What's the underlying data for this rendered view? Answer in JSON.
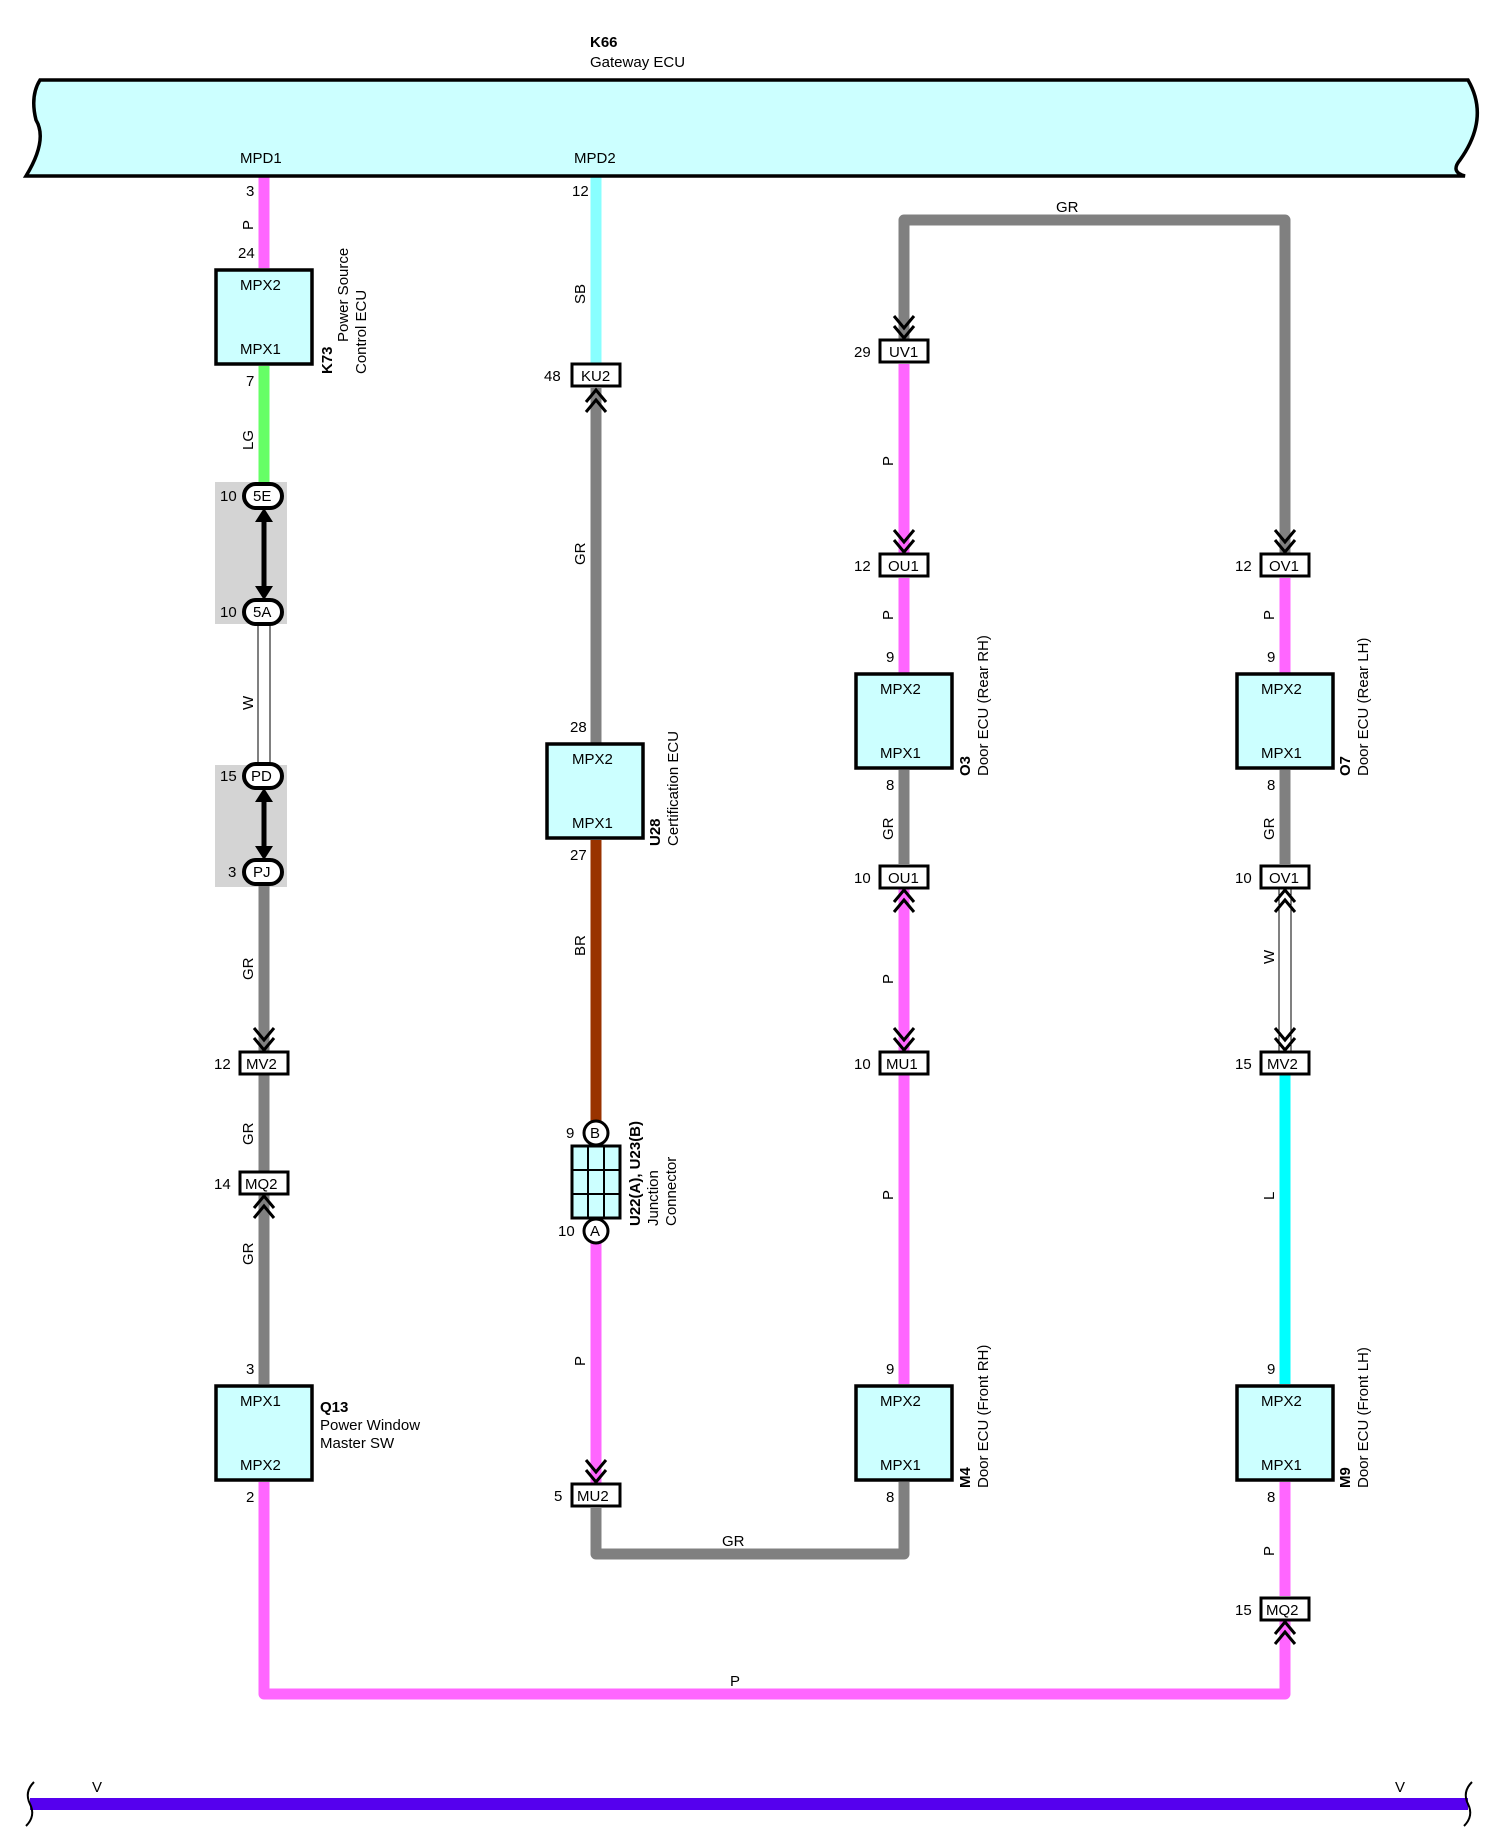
{
  "gateway": {
    "code": "K66",
    "name": "Gateway ECU",
    "pin_left": "MPD1",
    "pin_right": "MPD2"
  },
  "k73": {
    "code": "K73",
    "name_l1": "Power Source",
    "name_l2": "Control ECU",
    "top_port": "MPX2",
    "bottom_port": "MPX1",
    "top_pin": "24",
    "bottom_pin": "7"
  },
  "q13": {
    "code": "Q13",
    "name_l1": "Power Window",
    "name_l2": "Master SW",
    "top_port": "MPX1",
    "bottom_port": "MPX2",
    "top_pin": "3",
    "bottom_pin": "2"
  },
  "u28": {
    "code": "U28",
    "name": "Certification ECU",
    "top_port": "MPX2",
    "bottom_port": "MPX1",
    "top_pin": "28",
    "bottom_pin": "27"
  },
  "o3": {
    "code": "O3",
    "name": "Door ECU (Rear RH)",
    "top_port": "MPX2",
    "bottom_port": "MPX1",
    "top_pin": "9",
    "bottom_pin": "8"
  },
  "o7": {
    "code": "O7",
    "name": "Door ECU (Rear LH)",
    "top_port": "MPX2",
    "bottom_port": "MPX1",
    "top_pin": "9",
    "bottom_pin": "8"
  },
  "m4": {
    "code": "M4",
    "name": "Door ECU (Front RH)",
    "top_port": "MPX2",
    "bottom_port": "MPX1",
    "top_pin": "9",
    "bottom_pin": "8"
  },
  "m9": {
    "code": "M9",
    "name": "Door ECU (Front LH)",
    "top_port": "MPX2",
    "bottom_port": "MPX1",
    "top_pin": "9",
    "bottom_pin": "8"
  },
  "junction": {
    "code": "U22(A), U23(B)",
    "name_l1": "Junction",
    "name_l2": "Connector",
    "pin_b": "B",
    "pin_a": "A",
    "num_b": "9",
    "num_a": "10"
  },
  "connectors": {
    "ku2": {
      "label": "KU2",
      "pin": "48"
    },
    "uv1": {
      "label": "UV1",
      "pin": "29"
    },
    "ou1_top": {
      "label": "OU1",
      "pin": "12"
    },
    "ov1_top": {
      "label": "OV1",
      "pin": "12"
    },
    "ou1_bot": {
      "label": "OU1",
      "pin": "10"
    },
    "ov1_bot": {
      "label": "OV1",
      "pin": "10"
    },
    "mu1": {
      "label": "MU1",
      "pin": "10"
    },
    "mv2_left": {
      "label": "MV2",
      "pin": "12"
    },
    "mv2_right": {
      "label": "MV2",
      "pin": "15"
    },
    "mq2_left": {
      "label": "MQ2",
      "pin": "14"
    },
    "mq2_right": {
      "label": "MQ2",
      "pin": "15"
    },
    "mu2": {
      "label": "MU2",
      "pin": "5"
    },
    "c5e": {
      "label": "5E",
      "pin": "10"
    },
    "c5a": {
      "label": "5A",
      "pin": "10"
    },
    "cpd": {
      "label": "PD",
      "pin": "15"
    },
    "cpj": {
      "label": "PJ",
      "pin": "3"
    }
  },
  "pins": {
    "gw_left": "3",
    "gw_right": "12"
  },
  "wires": {
    "w1": "P",
    "w2": "LG",
    "w3": "W",
    "w4": "GR",
    "w5": "GR",
    "w6": "GR",
    "w7": "SB",
    "w8": "GR",
    "w9": "BR",
    "w10": "P",
    "w11": "GR",
    "w12": "P",
    "w13": "P",
    "w14": "GR",
    "w15": "P",
    "w16": "P",
    "w17": "P",
    "w18": "GR",
    "w19": "W",
    "w20": "L",
    "w21": "P",
    "w22": "GR",
    "w23": "P"
  },
  "bus": {
    "left_label": "V",
    "right_label": "V"
  },
  "colors": {
    "P": "#ff66ff",
    "LG": "#66ff66",
    "GR": "#808080",
    "SB": "#88ffff",
    "BR": "#993300",
    "L": "#00ffff",
    "V": "#5500ee",
    "box": "#ccffff",
    "gray_box": "#d4d4d4"
  }
}
